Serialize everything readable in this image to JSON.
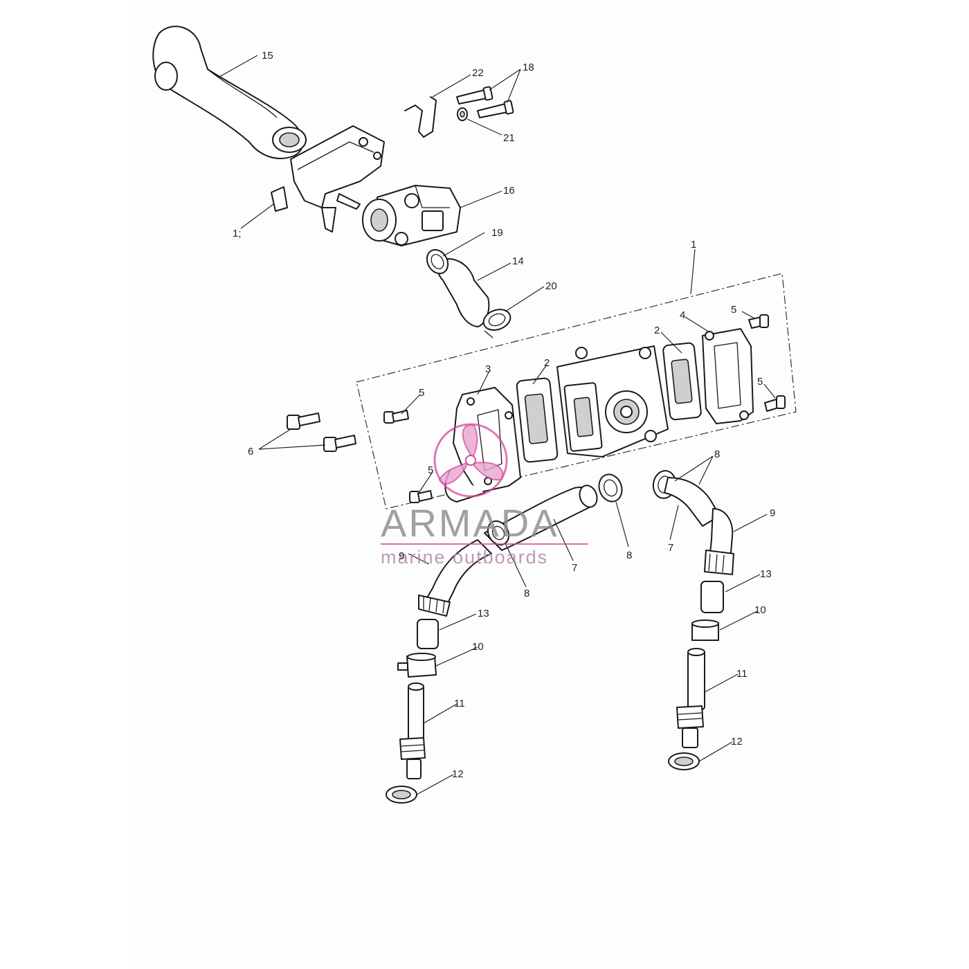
{
  "callouts": [
    {
      "id": "c15",
      "text": "15"
    },
    {
      "id": "c22",
      "text": "22"
    },
    {
      "id": "c18",
      "text": "18"
    },
    {
      "id": "c21",
      "text": "21"
    },
    {
      "id": "c16",
      "text": "16"
    },
    {
      "id": "c17",
      "text": "1;"
    },
    {
      "id": "c19",
      "text": "19"
    },
    {
      "id": "c14",
      "text": "14"
    },
    {
      "id": "c1",
      "text": "1"
    },
    {
      "id": "c20",
      "text": "20"
    },
    {
      "id": "c5a",
      "text": "5"
    },
    {
      "id": "c4",
      "text": "4"
    },
    {
      "id": "c2a",
      "text": "2"
    },
    {
      "id": "c3",
      "text": "3"
    },
    {
      "id": "c2b",
      "text": "2"
    },
    {
      "id": "c5b",
      "text": "5"
    },
    {
      "id": "c5c",
      "text": "5"
    },
    {
      "id": "c6",
      "text": "6"
    },
    {
      "id": "c5d",
      "text": "5"
    },
    {
      "id": "c8a",
      "text": "8"
    },
    {
      "id": "c9a",
      "text": "9"
    },
    {
      "id": "c7a",
      "text": "7"
    },
    {
      "id": "c8b",
      "text": "8"
    },
    {
      "id": "c9b",
      "text": "9"
    },
    {
      "id": "c7b",
      "text": "7"
    },
    {
      "id": "c8c",
      "text": "8"
    },
    {
      "id": "c13a",
      "text": "13"
    },
    {
      "id": "c10a",
      "text": "10"
    },
    {
      "id": "c13b",
      "text": "13"
    },
    {
      "id": "c11a",
      "text": "11"
    },
    {
      "id": "c10b",
      "text": "10"
    },
    {
      "id": "c11b",
      "text": "11"
    },
    {
      "id": "c12a",
      "text": "12"
    },
    {
      "id": "c12b",
      "text": "12"
    }
  ],
  "watermark": {
    "brand": "ARMADA",
    "tagline": "marine outboards",
    "accent_color": "#d44a9c"
  }
}
